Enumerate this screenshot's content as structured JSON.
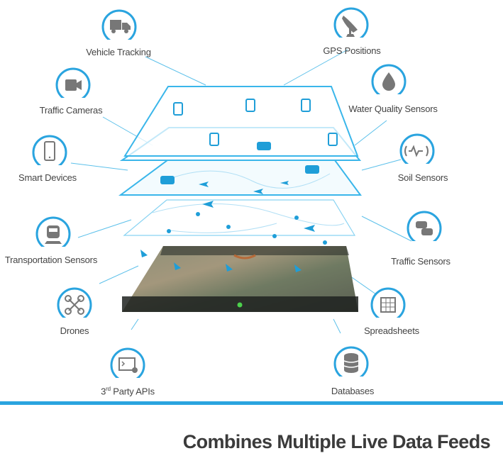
{
  "headline": "Combines Multiple Live Data Feeds",
  "colors": {
    "accent": "#2aa4df",
    "icon_gray": "#777777",
    "text": "#444444",
    "headline": "#3b3b3b"
  },
  "sources_left": [
    {
      "label": "Vehicle Tracking",
      "icon": "truck-icon"
    },
    {
      "label": "Traffic Cameras",
      "icon": "video-camera-icon"
    },
    {
      "label": "Smart Devices",
      "icon": "smartphone-icon"
    },
    {
      "label": "Transportation Sensors",
      "icon": "train-icon"
    },
    {
      "label": "Drones",
      "icon": "drone-icon"
    },
    {
      "label_main": "3",
      "label_sup": "rd",
      "label_rest": " Party APIs",
      "icon": "api-terminal-icon"
    }
  ],
  "sources_right": [
    {
      "label": "GPS Positions",
      "icon": "satellite-dish-icon"
    },
    {
      "label": "Water Quality Sensors",
      "icon": "water-drop-icon"
    },
    {
      "label": "Soil Sensors",
      "icon": "pulse-sensor-icon"
    },
    {
      "label": "Traffic Sensors",
      "icon": "traffic-cars-icon"
    },
    {
      "label": "Spreadsheets",
      "icon": "spreadsheet-icon"
    },
    {
      "label": "Databases",
      "icon": "database-icon"
    }
  ]
}
